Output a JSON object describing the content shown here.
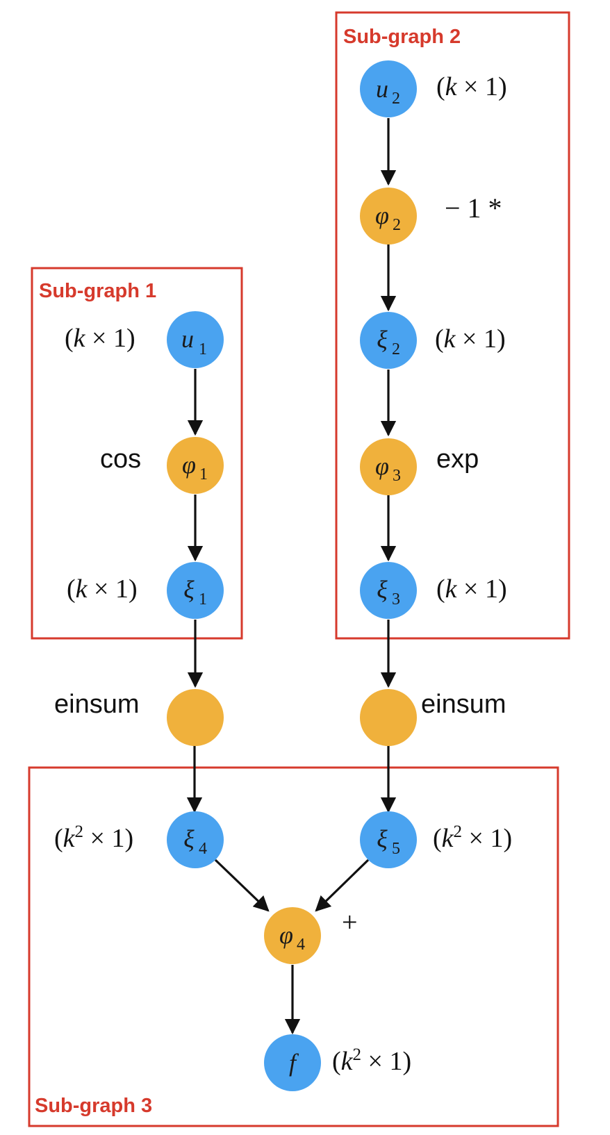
{
  "subgraphs": {
    "sg1": "Sub-graph 1",
    "sg2": "Sub-graph 2",
    "sg3": "Sub-graph 3"
  },
  "nodes": {
    "u1": {
      "sym": "u",
      "sub": "1"
    },
    "phi1": {
      "sym": "φ",
      "sub": "1"
    },
    "xi1": {
      "sym": "ξ",
      "sub": "1"
    },
    "u2": {
      "sym": "u",
      "sub": "2"
    },
    "phi2": {
      "sym": "φ",
      "sub": "2"
    },
    "xi2": {
      "sym": "ξ",
      "sub": "2"
    },
    "phi3": {
      "sym": "φ",
      "sub": "3"
    },
    "xi3": {
      "sym": "ξ",
      "sub": "3"
    },
    "xi4": {
      "sym": "ξ",
      "sub": "4"
    },
    "xi5": {
      "sym": "ξ",
      "sub": "5"
    },
    "phi4": {
      "sym": "φ",
      "sub": "4"
    },
    "f": {
      "sym": "f",
      "sub": ""
    }
  },
  "shapes": {
    "k_by_1": {
      "open": "(",
      "k": "k",
      "times": " × 1)"
    },
    "k2_by_1": {
      "open": "(",
      "k": "k",
      "sup": "2",
      "times": " × 1)"
    }
  },
  "operations": {
    "cos": "cos",
    "neg": "− 1 *",
    "exp": "exp",
    "einsum_left": "einsum",
    "einsum_right": "einsum",
    "plus": "+"
  },
  "colors": {
    "variable_node": "#4aa3f0",
    "operation_node": "#f0b13c",
    "subgraph_border": "#d63a2c"
  }
}
